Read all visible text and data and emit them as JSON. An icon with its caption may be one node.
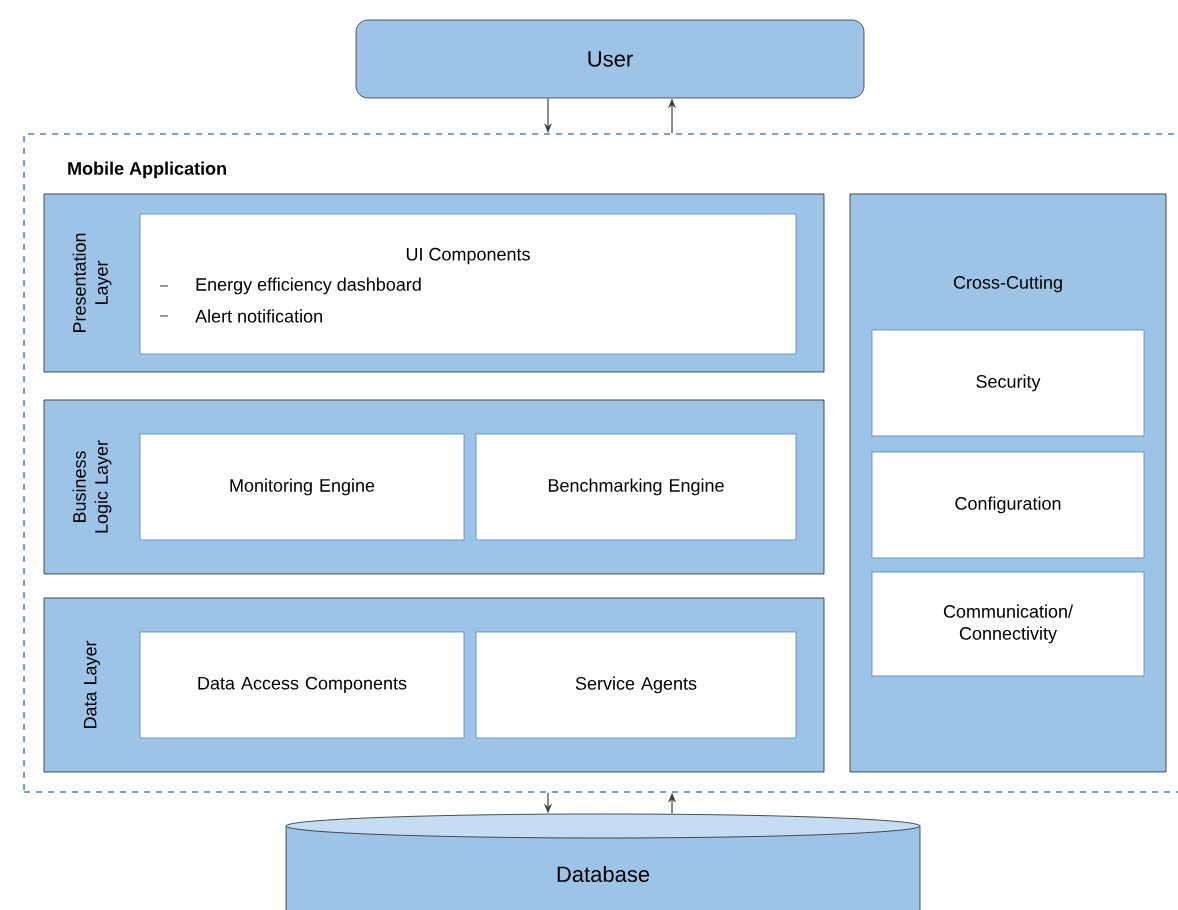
{
  "diagram": {
    "nodes": [
      {
        "text": [
          "User"
        ]
      },
      {
        "text": [
          "Mobile Application"
        ]
      },
      {
        "text": [
          "Presentation Layer"
        ],
        "in": 1
      },
      {
        "text": [
          "UI Components",
          "Energy efficiency dashboard",
          "Alert notification"
        ],
        "in": 2
      },
      {
        "text": [
          "Business Logic Layer"
        ],
        "in": 1
      },
      {
        "text": [
          "Monitoring Engine"
        ],
        "in": 4
      },
      {
        "text": [
          "Benchmarking Engine"
        ],
        "in": 4
      },
      {
        "text": [
          "Data Layer"
        ],
        "in": 1
      },
      {
        "text": [
          "Data Access Components"
        ],
        "in": 7
      },
      {
        "text": [
          "Service Agents"
        ],
        "in": 7
      },
      {
        "text": [
          "Cross-Cutting"
        ],
        "in": 1
      },
      {
        "text": [
          "Security"
        ],
        "in": 10
      },
      {
        "text": [
          "Configuration"
        ],
        "in": 10
      },
      {
        "text": [
          "Communication/ Connectivity"
        ],
        "in": 10
      },
      {
        "text": [
          "Database"
        ]
      }
    ],
    "edges": [
      {
        "from": 0,
        "to": 1,
        "arrow": "to"
      },
      {
        "from": 1,
        "to": 0,
        "arrow": "to"
      },
      {
        "from": 1,
        "to": 14,
        "arrow": "to"
      },
      {
        "from": 14,
        "to": 1,
        "arrow": "to"
      }
    ]
  }
}
